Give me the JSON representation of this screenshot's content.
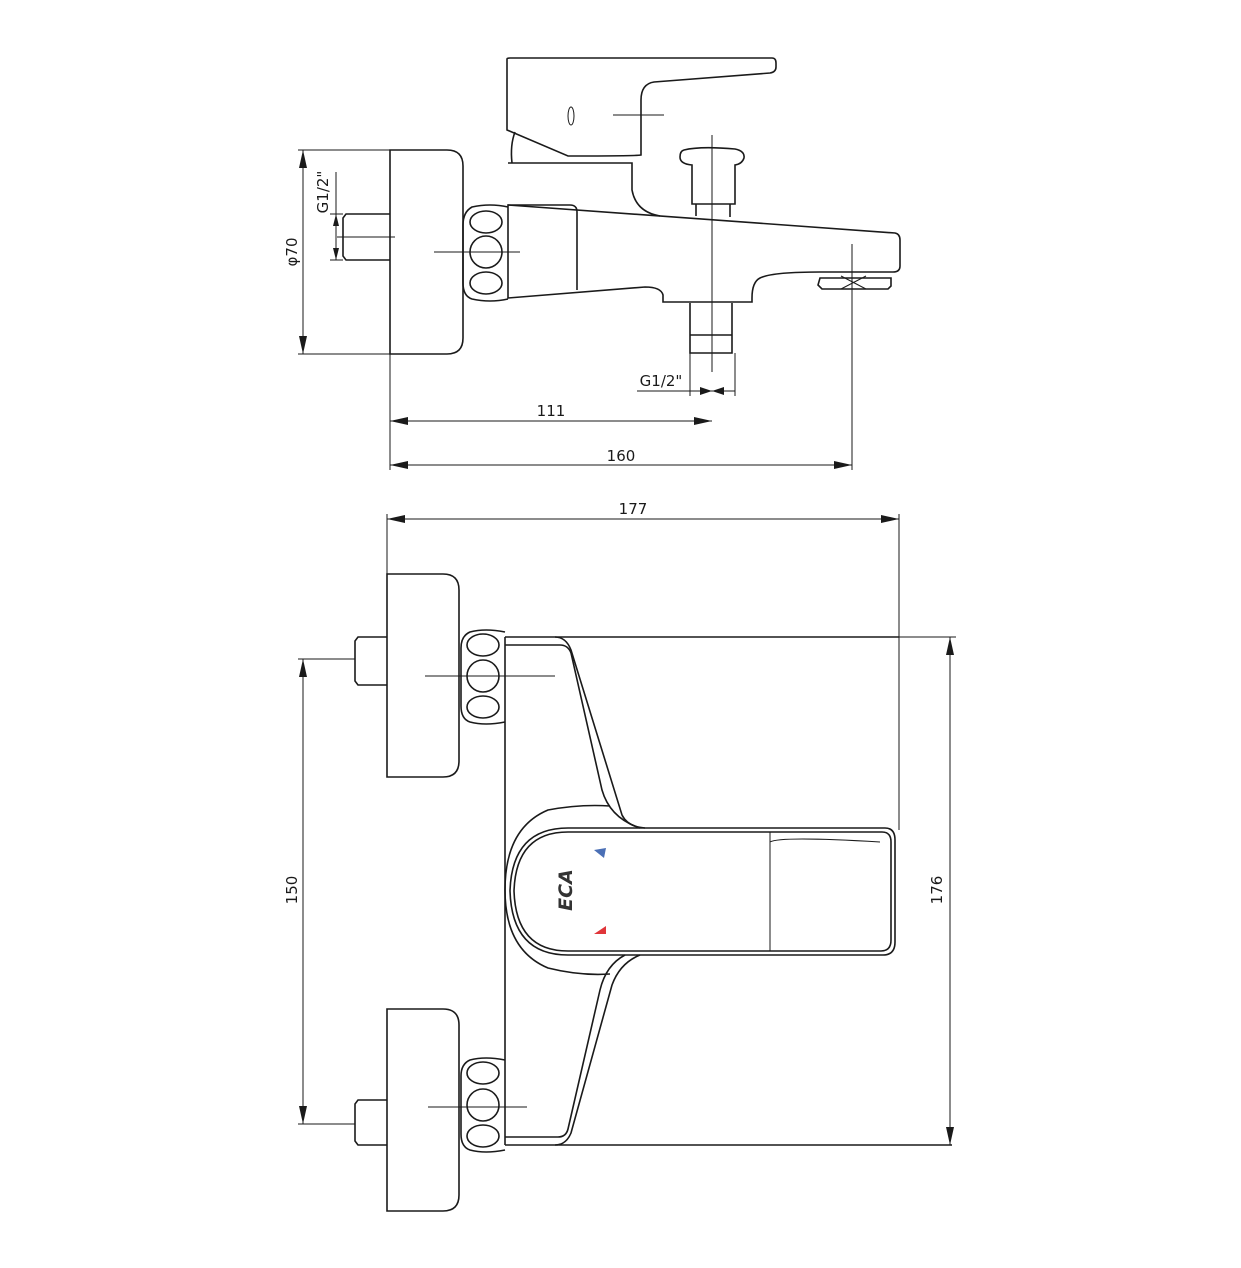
{
  "drawing": {
    "side_view": {
      "dimensions": {
        "diameter": "φ70",
        "inlet_thread": "G1/2\"",
        "outlet_thread": "G1/2\"",
        "to_shower_outlet": "111",
        "to_spout": "160"
      }
    },
    "top_view": {
      "dimensions": {
        "overall_length": "177",
        "inlet_spacing": "150",
        "overall_width": "176"
      },
      "logo": "ECA"
    },
    "colors": {
      "line": "#1a1a1a",
      "cold_indicator": "#4a6fb5",
      "hot_indicator": "#e0353a"
    }
  }
}
